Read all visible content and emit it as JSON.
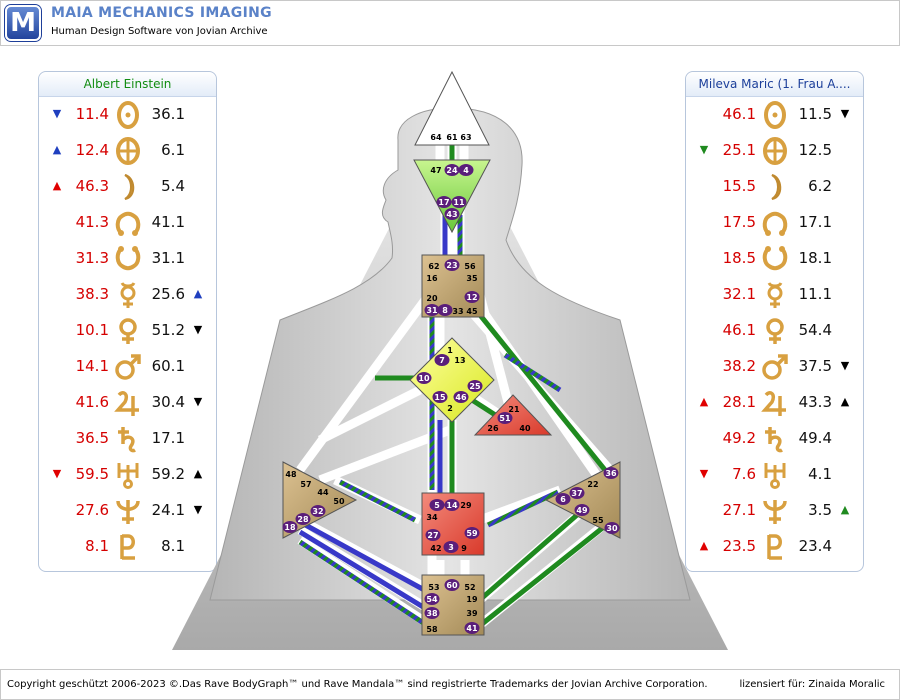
{
  "app": {
    "logo_letter": "M",
    "title": "MAIA MECHANICS IMAGING",
    "subtitle": "Human Design Software von Jovian Archive"
  },
  "colors": {
    "personality_red": "#d50000",
    "design_blue": "#3838c8",
    "active_green": "#1f8a1f",
    "up_red": "#e00000",
    "down_blue": "#1f3fbf"
  },
  "left_panel": {
    "name": "Albert Einstein",
    "rows": [
      {
        "left_arrow": "▼",
        "left_arrow_color": "#1f3fbf",
        "left": "11.4",
        "planet": "sun-icon",
        "right": "36.1",
        "right_arrow": "",
        "right_arrow_color": ""
      },
      {
        "left_arrow": "▲",
        "left_arrow_color": "#1f3fbf",
        "left": "12.4",
        "planet": "earth-icon",
        "right": "6.1",
        "right_arrow": "",
        "right_arrow_color": ""
      },
      {
        "left_arrow": "▲",
        "left_arrow_color": "#e00000",
        "left": "46.3",
        "planet": "moon-icon",
        "right": "5.4",
        "right_arrow": "",
        "right_arrow_color": ""
      },
      {
        "left_arrow": "",
        "left_arrow_color": "",
        "left": "41.3",
        "planet": "north-node-icon",
        "right": "41.1",
        "right_arrow": "",
        "right_arrow_color": ""
      },
      {
        "left_arrow": "",
        "left_arrow_color": "",
        "left": "31.3",
        "planet": "south-node-icon",
        "right": "31.1",
        "right_arrow": "",
        "right_arrow_color": ""
      },
      {
        "left_arrow": "",
        "left_arrow_color": "",
        "left": "38.3",
        "planet": "mercury-icon",
        "right": "25.6",
        "right_arrow": "▲",
        "right_arrow_color": "#1f3fbf"
      },
      {
        "left_arrow": "",
        "left_arrow_color": "",
        "left": "10.1",
        "planet": "venus-icon",
        "right": "51.2",
        "right_arrow": "▼",
        "right_arrow_color": "#000000"
      },
      {
        "left_arrow": "",
        "left_arrow_color": "",
        "left": "14.1",
        "planet": "mars-icon",
        "right": "60.1",
        "right_arrow": "",
        "right_arrow_color": ""
      },
      {
        "left_arrow": "",
        "left_arrow_color": "",
        "left": "41.6",
        "planet": "jupiter-icon",
        "right": "30.4",
        "right_arrow": "▼",
        "right_arrow_color": "#000000"
      },
      {
        "left_arrow": "",
        "left_arrow_color": "",
        "left": "36.5",
        "planet": "saturn-icon",
        "right": "17.1",
        "right_arrow": "",
        "right_arrow_color": ""
      },
      {
        "left_arrow": "▼",
        "left_arrow_color": "#e00000",
        "left": "59.5",
        "planet": "uranus-icon",
        "right": "59.2",
        "right_arrow": "▲",
        "right_arrow_color": "#000000"
      },
      {
        "left_arrow": "",
        "left_arrow_color": "",
        "left": "27.6",
        "planet": "neptune-icon",
        "right": "24.1",
        "right_arrow": "▼",
        "right_arrow_color": "#000000"
      },
      {
        "left_arrow": "",
        "left_arrow_color": "",
        "left": "8.1",
        "planet": "pluto-icon",
        "right": "8.1",
        "right_arrow": "",
        "right_arrow_color": ""
      }
    ]
  },
  "right_panel": {
    "name": "Mileva Maric (1. Frau A....",
    "rows": [
      {
        "left_arrow": "",
        "left_arrow_color": "",
        "left": "46.1",
        "planet": "sun-icon",
        "right": "11.5",
        "right_arrow": "▼",
        "right_arrow_color": "#000000"
      },
      {
        "left_arrow": "▼",
        "left_arrow_color": "#1f8a1f",
        "left": "25.1",
        "planet": "earth-icon",
        "right": "12.5",
        "right_arrow": "",
        "right_arrow_color": ""
      },
      {
        "left_arrow": "",
        "left_arrow_color": "",
        "left": "15.5",
        "planet": "moon-icon",
        "right": "6.2",
        "right_arrow": "",
        "right_arrow_color": ""
      },
      {
        "left_arrow": "",
        "left_arrow_color": "",
        "left": "17.5",
        "planet": "north-node-icon",
        "right": "17.1",
        "right_arrow": "",
        "right_arrow_color": ""
      },
      {
        "left_arrow": "",
        "left_arrow_color": "",
        "left": "18.5",
        "planet": "south-node-icon",
        "right": "18.1",
        "right_arrow": "",
        "right_arrow_color": ""
      },
      {
        "left_arrow": "",
        "left_arrow_color": "",
        "left": "32.1",
        "planet": "mercury-icon",
        "right": "11.1",
        "right_arrow": "",
        "right_arrow_color": ""
      },
      {
        "left_arrow": "",
        "left_arrow_color": "",
        "left": "46.1",
        "planet": "venus-icon",
        "right": "54.4",
        "right_arrow": "",
        "right_arrow_color": ""
      },
      {
        "left_arrow": "",
        "left_arrow_color": "",
        "left": "38.2",
        "planet": "mars-icon",
        "right": "37.5",
        "right_arrow": "▼",
        "right_arrow_color": "#000000"
      },
      {
        "left_arrow": "▲",
        "left_arrow_color": "#e00000",
        "left": "28.1",
        "planet": "jupiter-icon",
        "right": "43.3",
        "right_arrow": "▲",
        "right_arrow_color": "#000000"
      },
      {
        "left_arrow": "",
        "left_arrow_color": "",
        "left": "49.2",
        "planet": "saturn-icon",
        "right": "49.4",
        "right_arrow": "",
        "right_arrow_color": ""
      },
      {
        "left_arrow": "▼",
        "left_arrow_color": "#e00000",
        "left": "7.6",
        "planet": "uranus-icon",
        "right": "4.1",
        "right_arrow": "",
        "right_arrow_color": ""
      },
      {
        "left_arrow": "",
        "left_arrow_color": "",
        "left": "27.1",
        "planet": "neptune-icon",
        "right": "3.5",
        "right_arrow": "▲",
        "right_arrow_color": "#1f8a1f"
      },
      {
        "left_arrow": "▲",
        "left_arrow_color": "#e00000",
        "left": "23.5",
        "planet": "pluto-icon",
        "right": "23.4",
        "right_arrow": "",
        "right_arrow_color": ""
      }
    ]
  },
  "bodygraph": {
    "head_gates": [
      "64",
      "61",
      "63"
    ],
    "ajna_gates": [
      "47",
      "24",
      "4",
      "17",
      "11",
      "43"
    ],
    "throat_gates": [
      "62",
      "23",
      "56",
      "16",
      "35",
      "20",
      "12",
      "31",
      "8",
      "33",
      "45"
    ],
    "g_gates": [
      "1",
      "7",
      "13",
      "10",
      "25",
      "15",
      "46",
      "2"
    ],
    "ego_gates": [
      "21",
      "51",
      "26",
      "40"
    ],
    "spleen_gates": [
      "48",
      "57",
      "44",
      "50",
      "32",
      "28",
      "18"
    ],
    "sacral_gates": [
      "5",
      "14",
      "29",
      "34",
      "27",
      "59",
      "42",
      "3",
      "9"
    ],
    "solar_gates": [
      "36",
      "22",
      "37",
      "6",
      "49",
      "55",
      "30"
    ],
    "root_gates": [
      "53",
      "60",
      "52",
      "54",
      "19",
      "38",
      "39",
      "58",
      "41"
    ]
  },
  "footer": {
    "copyright": "Copyright geschützt 2006-2023 ©.Das Rave BodyGraph™ und Rave Mandala™ sind registrierte Trademarks der Jovian Archive Corporation.",
    "license": "lizensiert für: Zinaida Moralic"
  }
}
